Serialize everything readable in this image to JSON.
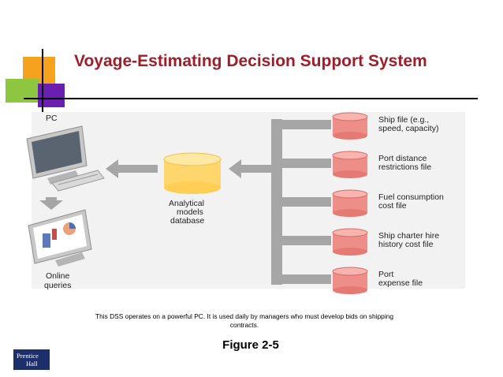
{
  "slide": {
    "title": "Voyage-Estimating Decision Support System",
    "caption": "This DSS operates on a powerful PC. It is used daily by managers who must develop bids on shipping contracts.",
    "figure_label": "Figure 2-5"
  },
  "logo": {
    "line1": "Prentice",
    "line2": "Hall"
  },
  "diagram": {
    "pc_label": "PC",
    "online_label_1": "Online",
    "online_label_2": "queries",
    "database_label_1": "Analytical",
    "database_label_2": "models",
    "database_label_3": "database",
    "files": [
      {
        "line1": "Ship file (e.g.,",
        "line2": "speed, capacity)"
      },
      {
        "line1": "Port distance",
        "line2": "restrictions file"
      },
      {
        "line1": "Fuel consumption",
        "line2": "cost file"
      },
      {
        "line1": "Ship charter hire",
        "line2": "history cost file"
      },
      {
        "line1": "Port",
        "line2": "expense file"
      }
    ]
  },
  "colors": {
    "title": "#9e1e2a",
    "deco_orange": "#f5a21e",
    "deco_green": "#8dc63f",
    "deco_purple": "#6b1fb1",
    "cylinder": "#ee8e88",
    "database": "#ffd66b",
    "arrow": "#a6a6a6",
    "panel": "#f2f2f2"
  }
}
